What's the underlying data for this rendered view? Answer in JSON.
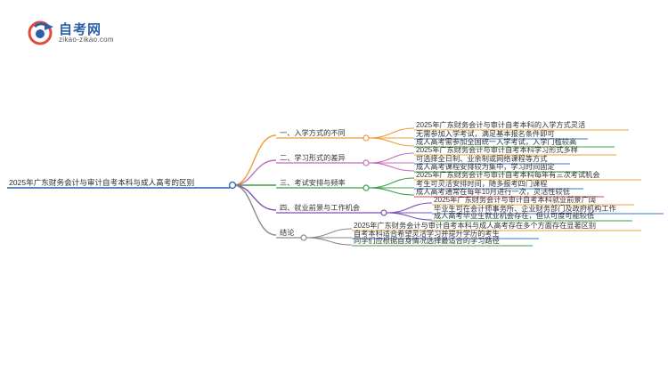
{
  "site": {
    "brand": "自考网",
    "domain": "zikao-zikao.com"
  },
  "root": {
    "text": "2025年广东财务会计与审计自考本科与成人高考的区别"
  },
  "colors": {
    "b1": "#f29a39",
    "b2": "#c46fbb",
    "b3": "#3aa047",
    "b4": "#7a52b5",
    "b5": "#8a8a8a",
    "root": "#2b5fa8",
    "leafA": "#e8a43c",
    "leafB": "#3a7ad2",
    "leafC": "#3aa047",
    "leafD": "#c84b4b"
  },
  "branches": [
    {
      "title": "一、入学方式的不同",
      "leaves": [
        "2025年广东财务会计与审计自考本科的入学方式灵活",
        "无需参加入学考试，满足基本报名条件即可",
        "成人高考需参加全国统一入学考试，入学门槛较高"
      ]
    },
    {
      "title": "二、学习形式的差异",
      "leaves": [
        "2025年广东财务会计与审计自考本科学习形式多样",
        "可选择全日制、业余制或网络课程等方式",
        "成人高考课程安排较为集中，学习时间固定"
      ]
    },
    {
      "title": "三、考试安排与频率",
      "leaves": [
        "2025年广东财务会计与审计自考本科每年有三次考试机会",
        "考生可灵活安排时间，随多报考四门课程",
        "成人高考通常在每年10月进行一次，灵活性较低"
      ]
    },
    {
      "title": "四、就业前景与工作机会",
      "leaves": [
        "2025年广东财务会计与审计自考本科就业前景广阔",
        "毕业生可在会计师事务所、企业财务部门及政府机构工作",
        "成人高考毕业生就业机会存在，但认可度可能较低"
      ]
    },
    {
      "title": "结论",
      "leaves": [
        "2025年广东财务会计与审计自考本科与成人高考存在多个方面存在显著区别",
        "自考本科适合希望灵活学习并提升学历的考生",
        "同学们应根据自身情况选择最适合的学习路径"
      ]
    }
  ]
}
